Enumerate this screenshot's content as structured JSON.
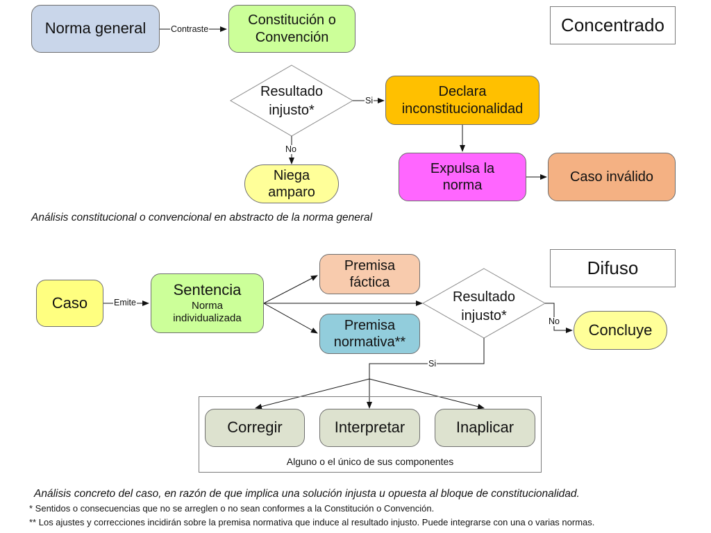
{
  "colors": {
    "norma_general": "#c9d6ea",
    "constitucion": "#ccff99",
    "declara": "#ffc000",
    "expulsa": "#ff66ff",
    "caso_invalido": "#f4b183",
    "niega": "#ffff99",
    "caso": "#ffff80",
    "sentencia": "#ccff99",
    "premisa_factica": "#f8cbad",
    "premisa_normativa": "#92cddc",
    "concluye": "#ffff99",
    "acciones": "#dde2cf"
  },
  "top": {
    "norma_general": "Norma general",
    "contraste": "Contraste",
    "constitucion_line1": "Constitución o",
    "constitucion_line2": "Convención",
    "concentrado": "Concentrado",
    "resultado_line1": "Resultado",
    "resultado_line2": "injusto*",
    "si": "Si",
    "no": "No",
    "declara_line1": "Declara",
    "declara_line2": "inconstitucionalidad",
    "niega_line1": "Niega",
    "niega_line2": "amparo",
    "expulsa_line1": "Expulsa la",
    "expulsa_line2": "norma",
    "caso_invalido": "Caso inválido",
    "caption": "Análisis constitucional o convencional en abstracto de la norma general"
  },
  "bottom": {
    "caso": "Caso",
    "emite": "Emite",
    "sentencia_title": "Sentencia",
    "sentencia_sub1": "Norma",
    "sentencia_sub2": "individualizada",
    "premisa_factica_line1": "Premisa",
    "premisa_factica_line2": "fáctica",
    "premisa_normativa_line1": "Premisa",
    "premisa_normativa_line2": "normativa**",
    "resultado_line1": "Resultado",
    "resultado_line2": "injusto*",
    "difuso": "Difuso",
    "no": "No",
    "si": "Si",
    "concluye": "Concluye",
    "corregir": "Corregir",
    "interpretar": "Interpretar",
    "inaplicar": "Inaplicar",
    "group_label": "Alguno o el único de sus componentes",
    "caption": "Análisis concreto del caso, en razón de que implica una solución injusta u opuesta al bloque de constitucionalidad.",
    "note1": "* Sentidos o consecuencias que no se arreglen o no sean conformes a la Constitución o Convención.",
    "note2": "** Los ajustes y correcciones incidirán sobre la premisa normativa que induce al resultado injusto. Puede integrarse con una o varias normas."
  }
}
